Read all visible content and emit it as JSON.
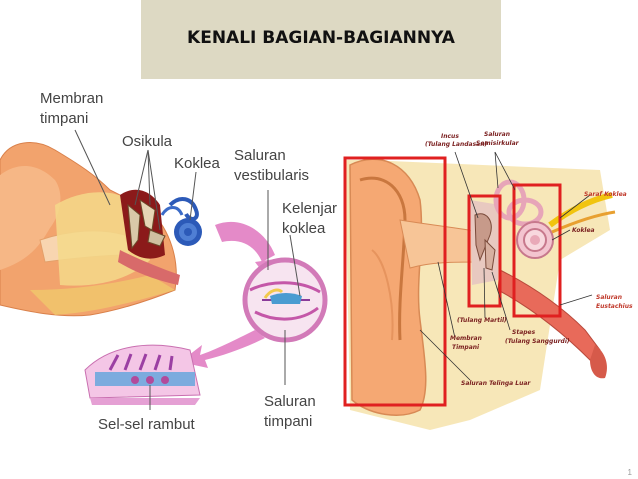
{
  "title": "KENALI BAGIAN-BAGIANNYA",
  "left_diagram": {
    "labels": {
      "membran": [
        "Membran",
        "timpani"
      ],
      "osikula": "Osikula",
      "koklea": "Koklea",
      "saluran_vestibularis": [
        "Saluran",
        "vestibularis"
      ],
      "kelenjar_koklea": [
        "Kelenjar",
        "koklea"
      ],
      "sel_sel_rambut": "Sel-sel rambut",
      "saluran_timpani": [
        "Saluran",
        "timpani"
      ]
    }
  },
  "right_diagram": {
    "labels": {
      "incus": [
        "Incus",
        "(Tulang Landasan)"
      ],
      "saluran_semisirkular": [
        "Saluran",
        "Semisirkular"
      ],
      "saraf_koklea": "Saraf Koklea",
      "koklea": "Koklea",
      "saluran_eustachius": [
        "Saluran",
        "Eustachius"
      ],
      "tulang_martil": "(Tulang Martil)",
      "stapes": [
        "Stapes",
        "(Tulang Sanggurdi)"
      ],
      "membran_timpani": [
        "Membran",
        "Timpani"
      ],
      "saluran_telinga_luar": "Saluran Telinga Luar"
    },
    "highlight_color": "#e02020"
  },
  "page_number": "1"
}
